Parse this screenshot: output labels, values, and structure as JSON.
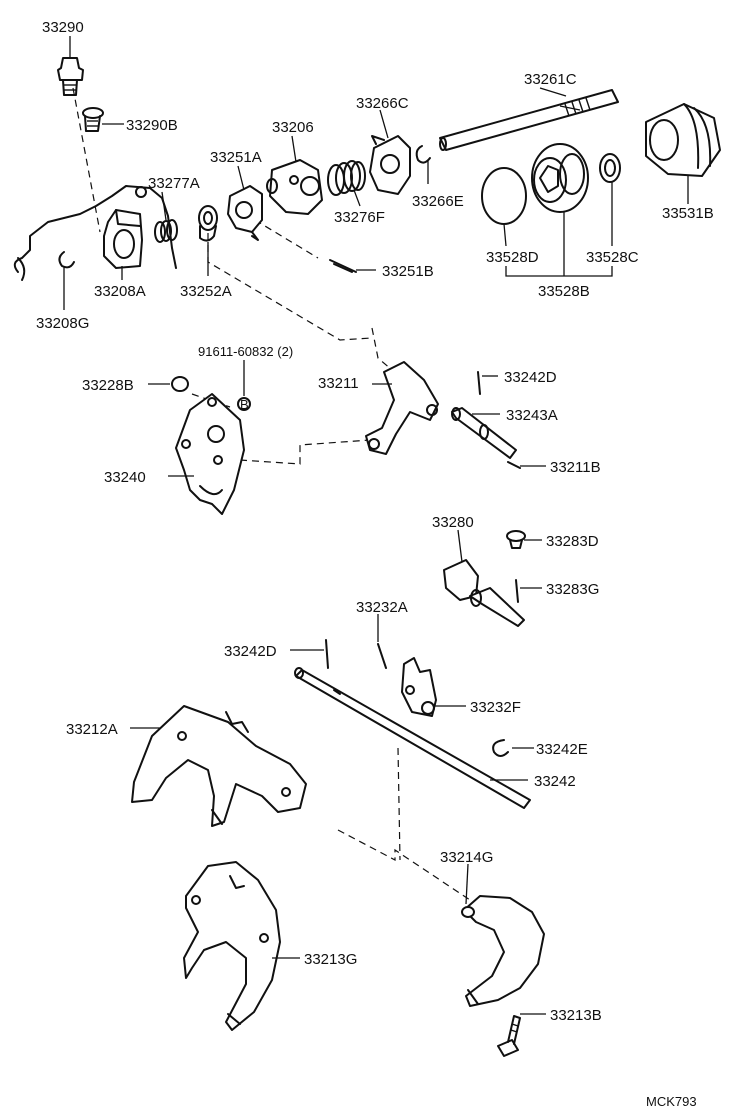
{
  "diagram": {
    "code": "MCK793",
    "labels": {
      "p33290": "33290",
      "p33290B": "33290B",
      "p33277A": "33277A",
      "p33251A": "33251A",
      "p33206": "33206",
      "p33266C": "33266C",
      "p33261C": "33261C",
      "p33266E": "33266E",
      "p33276F": "33276F",
      "p33531B": "33531B",
      "p33528D": "33528D",
      "p33528C": "33528C",
      "p33528B": "33528B",
      "p33208A": "33208A",
      "p33252A": "33252A",
      "p33251B": "33251B",
      "p33208G": "33208G",
      "p91611": "91611-60832 (2)",
      "p33228B": "33228B",
      "pB": "B",
      "p33211": "33211",
      "p33242D_a": "33242D",
      "p33243A": "33243A",
      "p33240": "33240",
      "p33211B": "33211B",
      "p33280": "33280",
      "p33283D": "33283D",
      "p33283G": "33283G",
      "p33232A": "33232A",
      "p33242D_b": "33242D",
      "p33232F": "33232F",
      "p33212A": "33212A",
      "p33242E": "33242E",
      "p33242": "33242",
      "p33214G": "33214G",
      "p33213G": "33213G",
      "p33213B": "33213B"
    }
  }
}
